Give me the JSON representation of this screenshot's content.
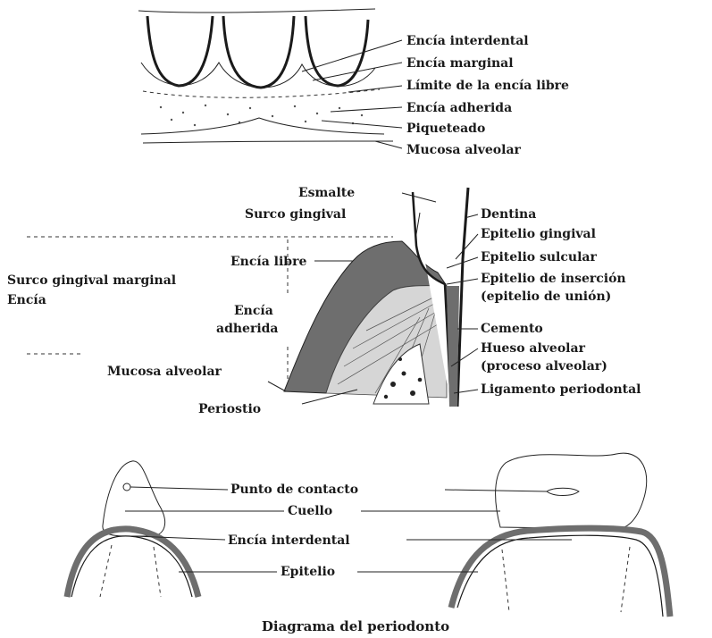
{
  "top_panel": {
    "labels": [
      "Encía interdental",
      "Encía marginal",
      "Límite de la encía libre",
      "Encía adherida",
      "Piqueteado",
      "Mucosa alveolar"
    ]
  },
  "middle_panel": {
    "left_labels": [
      "Esmalte",
      "Surco gingival",
      "Encía libre",
      "Surco gingival marginal",
      "Encía",
      "Encía",
      "adherida",
      "Mucosa alveolar",
      "Periostio"
    ],
    "right_labels": [
      "Dentina",
      "Epitelio gingival",
      "Epitelio sulcular",
      "Epitelio de inserción",
      "(epitelio de unión)",
      "Cemento",
      "Hueso alveolar",
      "(proceso alveolar)",
      "Ligamento periodontal"
    ]
  },
  "bottom_panel": {
    "labels": [
      "Punto de contacto",
      "Cuello",
      "Encía interdental",
      "Epitelio"
    ]
  },
  "caption": "Diagrama del periodonto",
  "colors": {
    "ink": "#1a1a1a",
    "tissue_dark": "#6e6e6e",
    "tissue_light": "#bdbdbd"
  }
}
